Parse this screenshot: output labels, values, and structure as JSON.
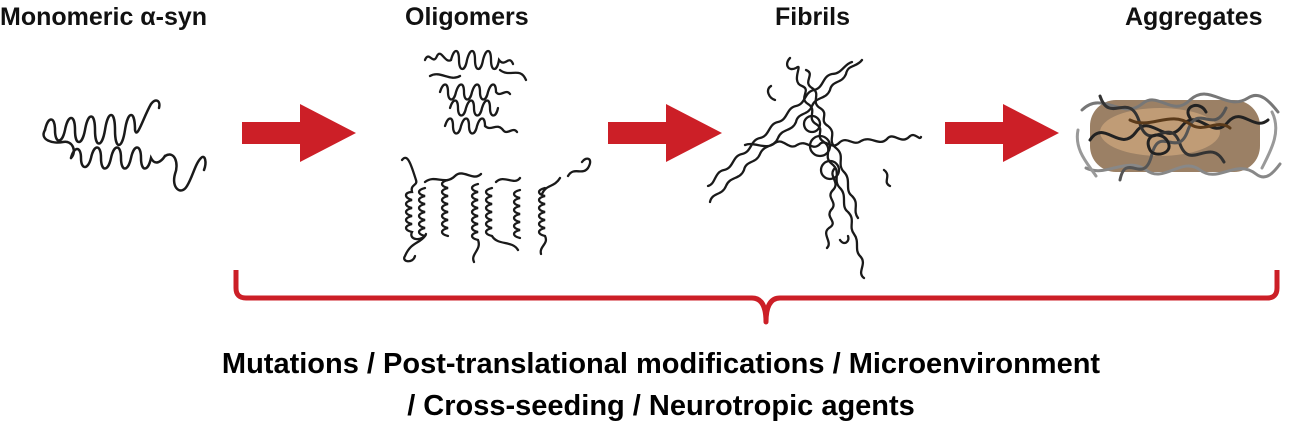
{
  "stages": [
    {
      "label": "Monomeric α-syn"
    },
    {
      "label": "Oligomers"
    },
    {
      "label": "Fibrils"
    },
    {
      "label": "Aggregates"
    }
  ],
  "caption": {
    "line1": "Mutations / Post-translational modifications / Microenvironment",
    "line2": "/ Cross-seeding / Neurotropic agents"
  },
  "colors": {
    "arrow": "#cc1f27",
    "brace": "#cc1f27",
    "protein": "#1a1a1a",
    "aggregate_fill": "#8a6a4a"
  }
}
